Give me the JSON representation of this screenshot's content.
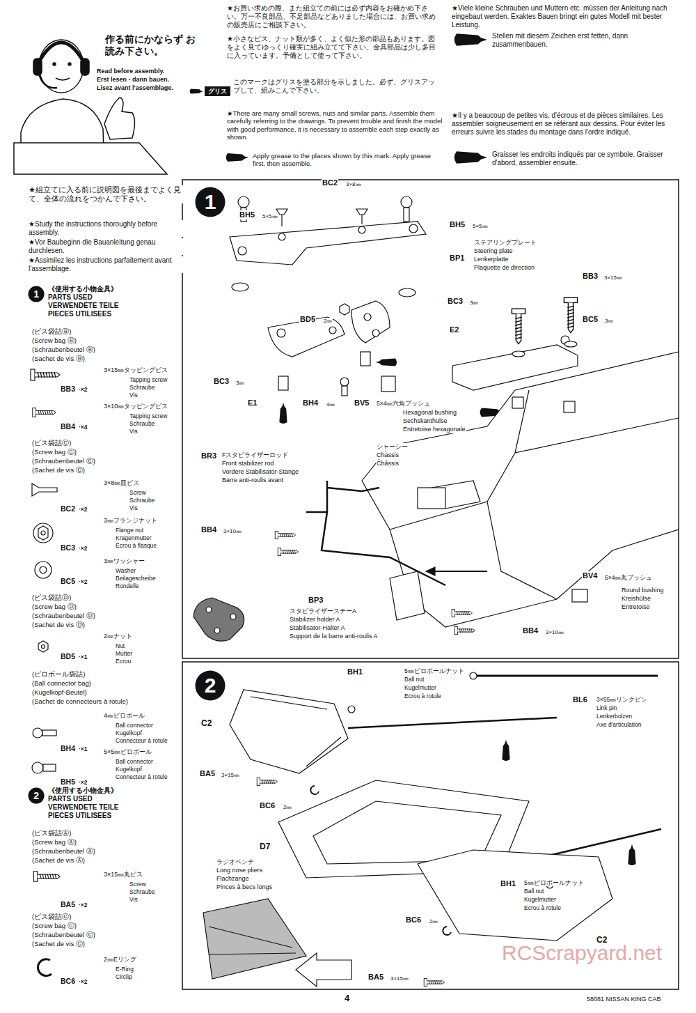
{
  "diagram": {
    "nodes": [
      {
        "text": [
          "グリス"
        ]
      },
      {
        "text": [
          "1"
        ]
      },
      {
        "text": [
          "1"
        ]
      },
      {
        "text": [
          "2"
        ]
      },
      {
        "text": [
          "2"
        ]
      }
    ],
    "labels": [
      "作る前にかならず お読み下さい。",
      "Read before assembly.",
      "Erst lesen - dann bauen.",
      "Lisez avant l'assemblage.",
      "★お買い求めの際、また組立ての前には必ず内容をお確かめ下さい。万一不良部品、不足部品などありました場合には、お買い求めの販売店にご相談下さい。",
      "★小さなビス、ナット類が多く、よく似た形の部品もあります。図をよく見てゆっくり確実に組み立てて下さい。金具部品は少し多目に入っています。予備として使って下さい。",
      "このマークはグリスを塗る部分を示しました。必ず、グリスアップして、組みこんで下さい。",
      "★There are many small screws, nuts and similar parts. Assemble them carefully referring to the drawings. To prevent trouble and finish the model with good performance, it is necessary to assemble each step exactly as shown.",
      "Apply grease to the places shown by this mark. Apply grease first, then assemble.",
      "★Viele kleine Schrauben und Muttern etc. müssen der Anleitung nach eingebaut werden. Exaktes Bauen bringt ein gutes Modell mit bester Leistung.",
      "Stellen mit diesem Zeichen erst fetten, dann zusammenbauen.",
      "★Il y a beaucoup de petites vis, d'écrous et de pièces similaires. Les assembler soigneusement en se référant aux dessins. Pour éviter les erreurs suivre les stades du montage dans l'ordre indiqué.",
      "Graisser les endroits indiqués par ce symbole. Graisser d'abord, assembler ensuite.",
      "★組立てに入る前に説明図を最後までよく見て、全体の流れをつかんで下さい。",
      "★Study the instructions thoroughly before assembly.",
      "★Vor Baubeginn die Bauanleitung genau durchlesen.",
      "★Assimilez les instructions parfaitement avant l'assemblage.",
      "《使用する小物金具》",
      "PARTS USED",
      "VERWENDETE TEILE",
      "PIECES UTILISEES",
      "(ビス袋詰Ⓑ)",
      "(Screw bag Ⓑ)",
      "(Schraubenbeutel Ⓑ)",
      "(Sachet de vis Ⓑ)",
      "3×15㎜タッピングビス",
      "Tapping screw",
      "Schraube",
      "Vis",
      "BB3",
      "·×2",
      "3×10㎜タッピングビス",
      "Tapping screw",
      "Schraube",
      "Vis",
      "BB4",
      "·×4",
      "(ビス袋詰Ⓒ)",
      "(Screw bag Ⓒ)",
      "(Schraubenbeutel Ⓒ)",
      "(Sachet de vis Ⓒ)",
      "3×8㎜皿ビス",
      "Screw",
      "Schraube",
      "Vis",
      "BC2",
      "·×2",
      "3㎜フランジナット",
      "Flange nut",
      "Kragenmutter",
      "Ecrou à flasque",
      "BC3",
      "·×2",
      "3㎜ワッシャー",
      "Washer",
      "Beilagescheibe",
      "Rondelle",
      "BC5",
      "·×2",
      "(ビス袋詰Ⓓ)",
      "(Screw bag Ⓓ)",
      "(Schraubenbeutel Ⓓ)",
      "(Sachet de vis Ⓓ)",
      "2㎜ナット",
      "Nut",
      "Mutter",
      "Ecrou",
      "BD5",
      "·×1",
      "(ピロボール袋詰)",
      "(Ball connector bag)",
      "(Kugelkopf-Beutel)",
      "(Sachet de connecteurs à rotule)",
      "4㎜ピロボール",
      "Ball connector",
      "Kugelkopf",
      "Connecteur à rotule",
      "BH4",
      "·×1",
      "5×5㎜ピロボール",
      "Ball connector",
      "Kugelkopf",
      "Connecteur à rotule",
      "BH5",
      "·×2",
      "《使用する小物金具》",
      "PARTS USED",
      "VERWENDETE TEILE",
      "PIECES UTILISEES",
      "(ビス袋詰Ⓐ)",
      "(Screw bag Ⓐ)",
      "(Schraubenbeutel Ⓐ)",
      "(Sachet de vis Ⓐ)",
      "3×15㎜丸ビス",
      "Screw",
      "Schraube",
      "Vis",
      "BA5",
      "·×2",
      "(ビス袋詰Ⓒ)",
      "(Screw bag Ⓒ)",
      "(Schraubenbeutel Ⓒ)",
      "(Sachet de vis Ⓒ)",
      "2㎜Eリング",
      "E-Ring",
      "Circlip",
      "BC6",
      "·×2",
      "BC2",
      "3×8㎜",
      "BH5",
      "5×5㎜",
      "BH5",
      "5×5㎜",
      "ステアリングプレート",
      "Steering plate",
      "Lenkerplatte",
      "Plaquette de direction",
      "BP1",
      "BB3",
      "3×15㎜",
      "BC3",
      "3㎜",
      "BD5",
      "2㎜",
      "BC5",
      "3㎜",
      "E2",
      "BC3",
      "3㎜",
      "E1",
      "BH4",
      "4㎜",
      "BV5",
      "5×4㎜六角ブッシュ",
      "Hexagonal bushing",
      "Sechskanthülse",
      "Entretoise hexagonale",
      "BR3",
      "Fスタビライザーロッド",
      "Front stabilizer rod",
      "Vordere Stabilisator-Stange",
      "Barre anti-roulis avant",
      "シャーシー",
      "Chassis",
      "Châssis",
      "BB4",
      "3×10㎜",
      "BV4",
      "5×4㎜丸ブッシュ",
      "Round bushing",
      "Kreishülse",
      "Entretoise",
      "BP3",
      "スタビライザーステーA",
      "Stabilizer holder A",
      "Stabilisator-Halter A",
      "Support de la barre anti-roulis A",
      "BB4",
      "3×10㎜",
      "BH1",
      "5㎜ピロボールナット",
      "Ball nut",
      "Kugelmutter",
      "Ecrou à rotule",
      "BL6",
      "3×55㎜リンクピン",
      "Link pin",
      "Lenkerbolzen",
      "Axe d'articulation",
      "C2",
      "BA5",
      "3×15㎜",
      "BC6",
      "2㎜",
      "D7",
      "ラジオペンチ",
      "Long nose pliers",
      "Flachzange",
      "Pinces à becs longs",
      "BH1",
      "5㎜ピロボールナット",
      "Ball nut",
      "Kugelmutter",
      "Ecrou à rotule",
      "BC6",
      "2㎜",
      "C2",
      "BA5",
      "3×15㎜",
      "RCScrapyard.net",
      "4",
      "58081 NISSAN KING CAB"
    ]
  }
}
